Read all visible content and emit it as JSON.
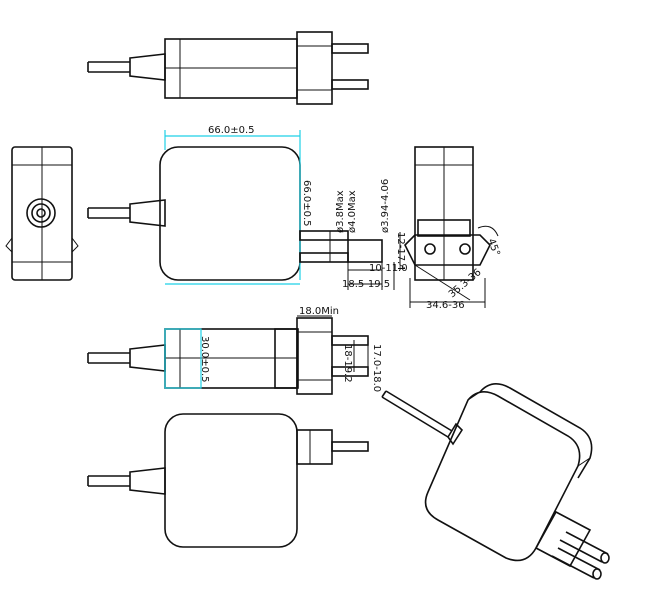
{
  "dimensions": {
    "width_66": "66.0±0.5",
    "height_66": "66.0±0.5",
    "pin_dia_38": "ø3.8Max",
    "pin_dia_40": "ø4.0Max",
    "pin_dia_394": "ø3.94-4.06",
    "pin_len_10": "10-11.0",
    "pin_len_185": "18.5-19.5",
    "plug_h": "12-17.4",
    "angle": "45°",
    "diag": "35.3-36",
    "plug_w": "34.6-36",
    "depth_18": "18.0Min",
    "depth_30": "30.0±0.5",
    "pin_sp_18": "18-19.2",
    "pin_sp_17": "17.0-18.0"
  }
}
